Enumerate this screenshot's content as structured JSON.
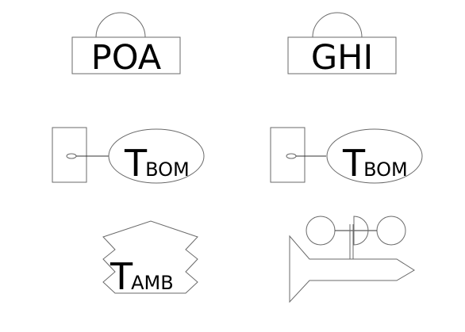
{
  "sensors": {
    "poa": {
      "label": "POA",
      "icon": "pyranometer-icon"
    },
    "ghi": {
      "label": "GHI",
      "icon": "pyranometer-icon"
    },
    "tbom_left": {
      "main": "T",
      "sub": "BOM",
      "icon": "back-of-module-thermocouple-icon"
    },
    "tbom_right": {
      "main": "T",
      "sub": "BOM",
      "icon": "back-of-module-thermocouple-icon"
    },
    "tamb": {
      "main": "T",
      "sub": "AMB",
      "icon": "radiation-shield-icon"
    },
    "anemometer": {
      "icon": "cup-anemometer-wind-vane-icon"
    }
  }
}
